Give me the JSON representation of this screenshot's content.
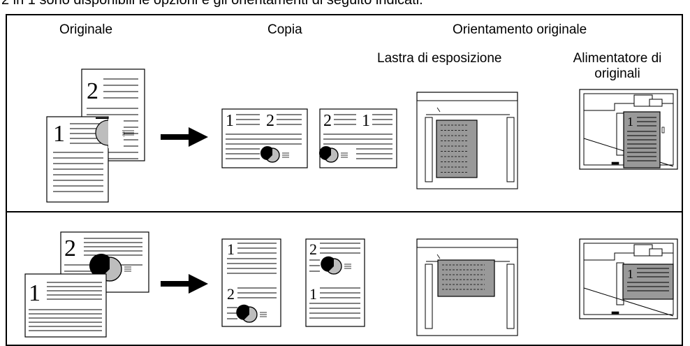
{
  "intro_text": "2 in 1 sono disponibili le opzioni e gli orientamenti di seguito indicati.",
  "headers": {
    "original": "Originale",
    "copy": "Copia",
    "orientation": "Orientamento originale",
    "platen": "Lastra di esposizione",
    "feeder_line1": "Alimentatore di",
    "feeder_line2": "originali"
  },
  "page_numbers": {
    "one": "1",
    "two": "2"
  }
}
